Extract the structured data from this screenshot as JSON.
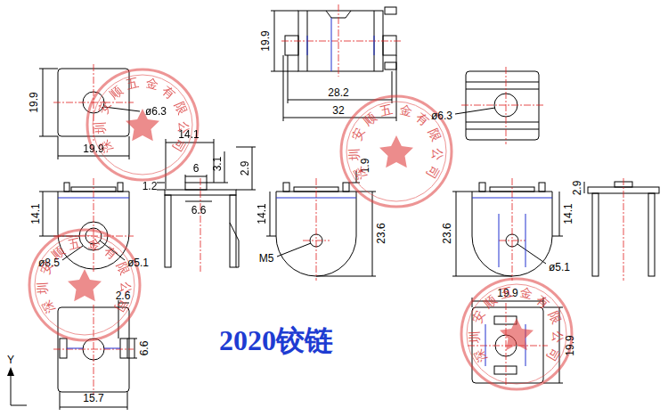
{
  "diagram": {
    "title": "2020铰链",
    "labels": [
      "19.9",
      "ø6.3",
      "19.9",
      "19.9",
      "28.2",
      "32",
      "ø6.3",
      "14.1",
      "ø8.5",
      "ø5.1",
      "14.1",
      "6",
      "3.1",
      "2.9",
      "1.2",
      "6.6",
      "1.9",
      "14.1",
      "23.6",
      "M5",
      "23.6",
      "14.1",
      "ø5.1",
      "2.9",
      "2.6",
      "6.6",
      "15.7",
      "19.9",
      "19.9",
      "Y",
      "深圳安顺五金有限公司",
      "深圳安顺五金有限公司",
      "深圳安顺五金有限公司",
      "深圳安顺五金有限公司"
    ]
  }
}
